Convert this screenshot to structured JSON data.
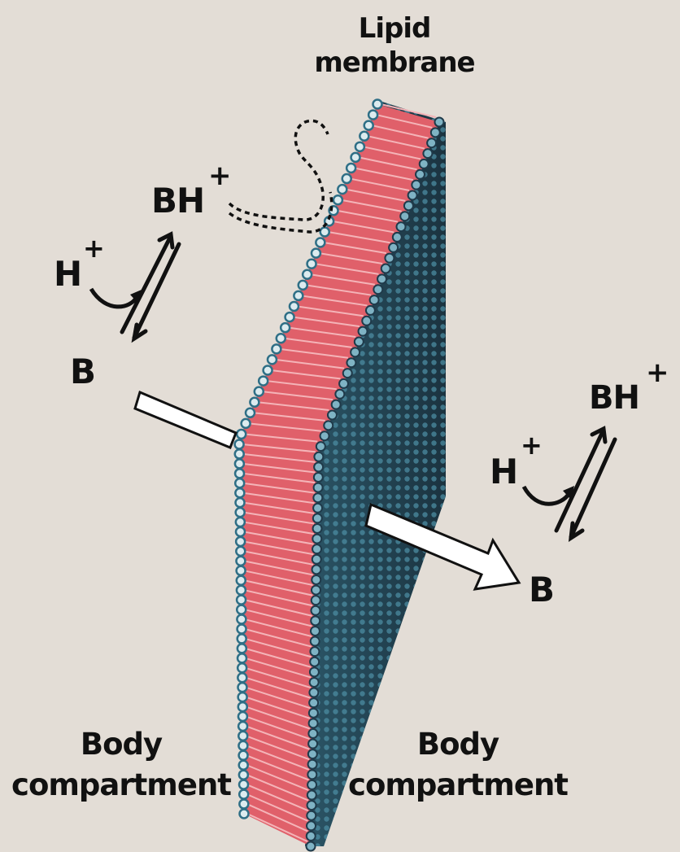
{
  "labels": {
    "membrane_line1": "Lipid",
    "membrane_line2": "membrane",
    "left_bh": "BH",
    "left_bh_charge": "+",
    "left_h": "H",
    "left_h_charge": "+",
    "left_b": "B",
    "right_bh": "BH",
    "right_bh_charge": "+",
    "right_h": "H",
    "right_h_charge": "+",
    "right_b": "B",
    "left_compartment_line1": "Body",
    "left_compartment_line2": "compartment",
    "right_compartment_line1": "Body",
    "right_compartment_line2": "compartment"
  },
  "colors": {
    "background": "#e3ddd6",
    "head_group": "#2f6f86",
    "head_group_dark": "#1f3a4a",
    "lipid_tail": "#e0606a",
    "text": "#111111"
  }
}
